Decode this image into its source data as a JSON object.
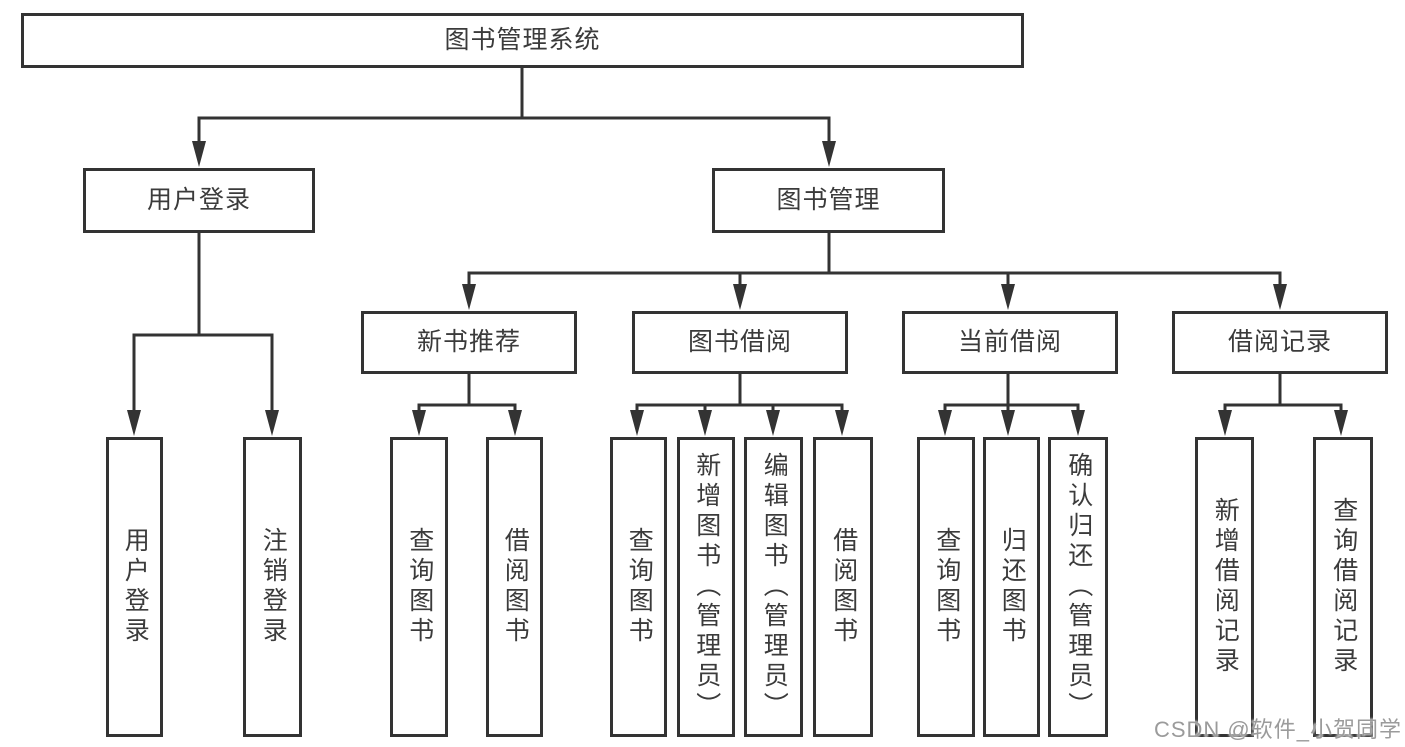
{
  "tree": {
    "root": {
      "label": "图书管理系统",
      "children": [
        {
          "label": "用户登录",
          "children": [
            {
              "label": "用户登录"
            },
            {
              "label": "注销登录"
            }
          ]
        },
        {
          "label": "图书管理",
          "children": [
            {
              "label": "新书推荐",
              "children": [
                {
                  "label": "查询图书"
                },
                {
                  "label": "借阅图书"
                }
              ]
            },
            {
              "label": "图书借阅",
              "children": [
                {
                  "label": "查询图书"
                },
                {
                  "label": "新增图书（管理员）"
                },
                {
                  "label": "编辑图书（管理员）"
                },
                {
                  "label": "借阅图书"
                }
              ]
            },
            {
              "label": "当前借阅",
              "children": [
                {
                  "label": "查询图书"
                },
                {
                  "label": "归还图书"
                },
                {
                  "label": "确认归还（管理员）"
                }
              ]
            },
            {
              "label": "借阅记录",
              "children": [
                {
                  "label": "新增借阅记录"
                },
                {
                  "label": "查询借阅记录"
                }
              ]
            }
          ]
        }
      ]
    }
  },
  "watermark": {
    "text": "CSDN @软件_小贺同学"
  },
  "colors": {
    "line": "#333333",
    "box_border": "#333333",
    "text": "#3b3b3b",
    "watermark": "#9b9b9b",
    "background": "#ffffff"
  }
}
